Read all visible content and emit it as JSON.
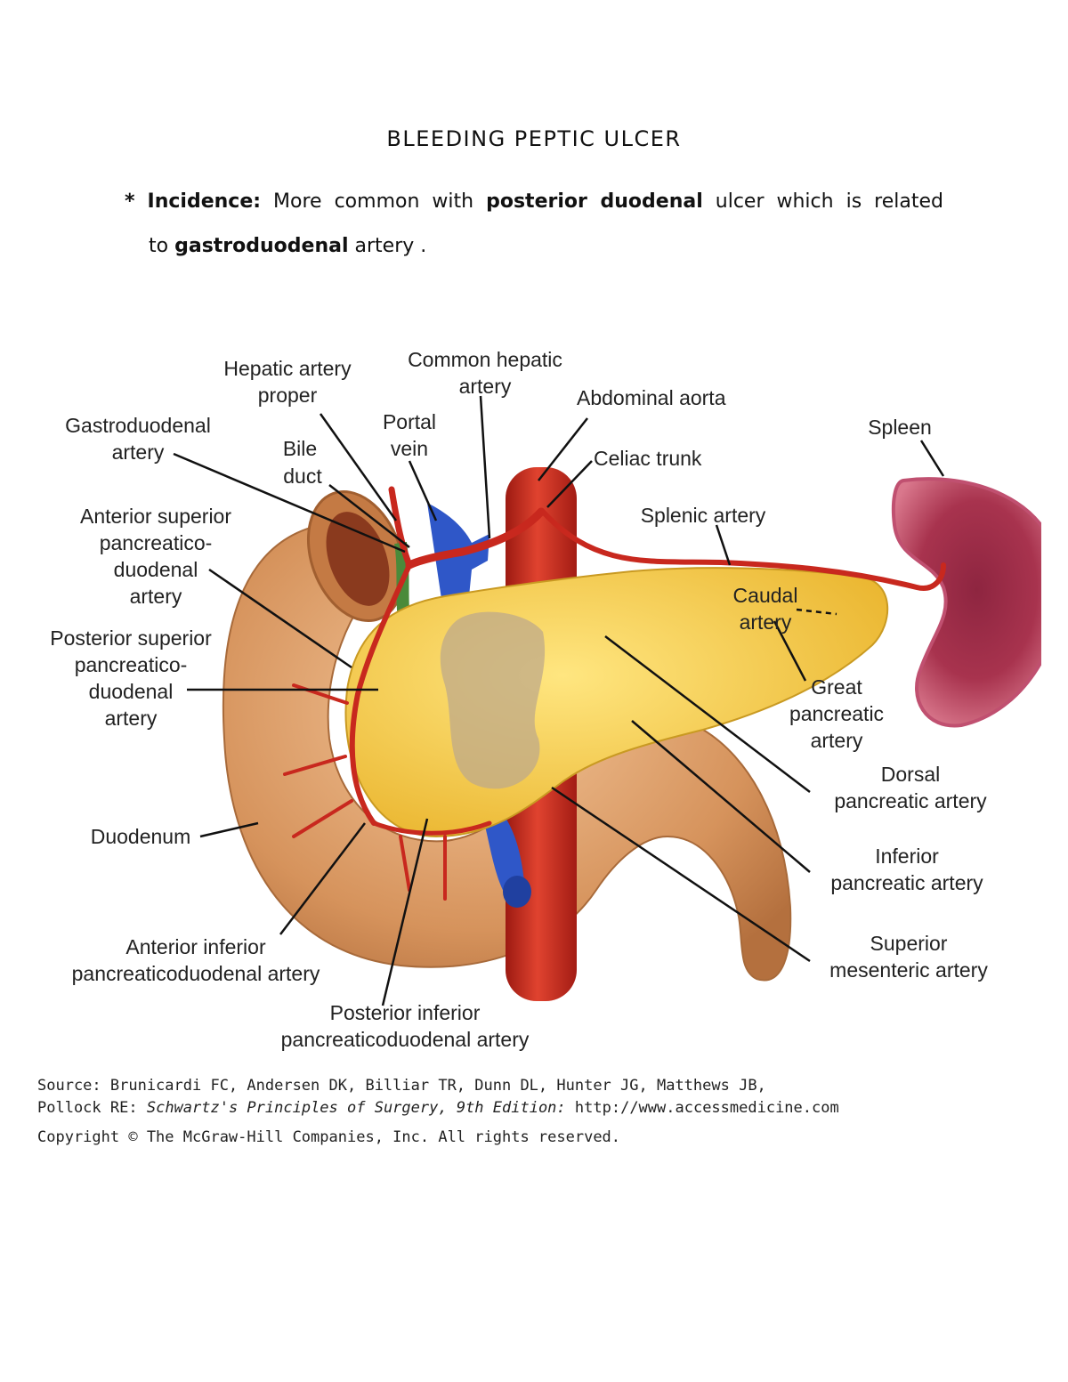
{
  "document": {
    "title": "BLEEDING PEPTIC ULCER",
    "incidence": {
      "bullet": "*",
      "label": "Incidence:",
      "text1": "More common with",
      "bold1": "posterior duodenal",
      "text2": "ulcer which is related",
      "text3": "to",
      "bold2": "gastroduodenal",
      "text4": "artery ."
    }
  },
  "figure": {
    "labels": {
      "hepatic_artery_proper_1": "Hepatic artery",
      "hepatic_artery_proper_2": "proper",
      "common_hepatic_1": "Common hepatic",
      "common_hepatic_2": "artery",
      "abdominal_aorta": "Abdominal aorta",
      "gastroduodenal_1": "Gastroduodenal",
      "gastroduodenal_2": "artery",
      "bile_duct_1": "Bile",
      "bile_duct_2": "duct",
      "portal_vein_1": "Portal",
      "portal_vein_2": "vein",
      "celiac_trunk": "Celiac trunk",
      "spleen": "Spleen",
      "splenic_artery": "Splenic artery",
      "ant_sup_1": "Anterior superior",
      "ant_sup_2": "pancreatico-",
      "ant_sup_3": "duodenal",
      "ant_sup_4": "artery",
      "caudal_1": "Caudal",
      "caudal_2": "artery",
      "post_sup_1": "Posterior superior",
      "post_sup_2": "pancreatico-",
      "post_sup_3": "duodenal",
      "post_sup_4": "artery",
      "great_1": "Great",
      "great_2": "pancreatic",
      "great_3": "artery",
      "dorsal_1": "Dorsal",
      "dorsal_2": "pancreatic artery",
      "duodenum": "Duodenum",
      "inferior_1": "Inferior",
      "inferior_2": "pancreatic artery",
      "ant_inf_1": "Anterior inferior",
      "ant_inf_2": "pancreaticoduodenal artery",
      "sma_1": "Superior",
      "sma_2": "mesenteric artery",
      "post_inf_1": "Posterior inferior",
      "post_inf_2": "pancreaticoduodenal artery"
    }
  },
  "source": {
    "line1": "Source: Brunicardi FC, Andersen DK, Billiar TR, Dunn DL, Hunter JG, Matthews JB,",
    "line2_a": "Pollock RE:",
    "line2_italic": "Schwartz's Principles of Surgery, 9th Edition:",
    "line2_b": "http://www.accessmedicine.com",
    "copyright": "Copyright © The McGraw-Hill Companies, Inc. All rights reserved."
  },
  "colors": {
    "artery": "#c8281e",
    "vein": "#2f57c8",
    "pancreas": "#f2c53a",
    "duodenum": "#d99a60",
    "spleen": "#c9566e"
  }
}
